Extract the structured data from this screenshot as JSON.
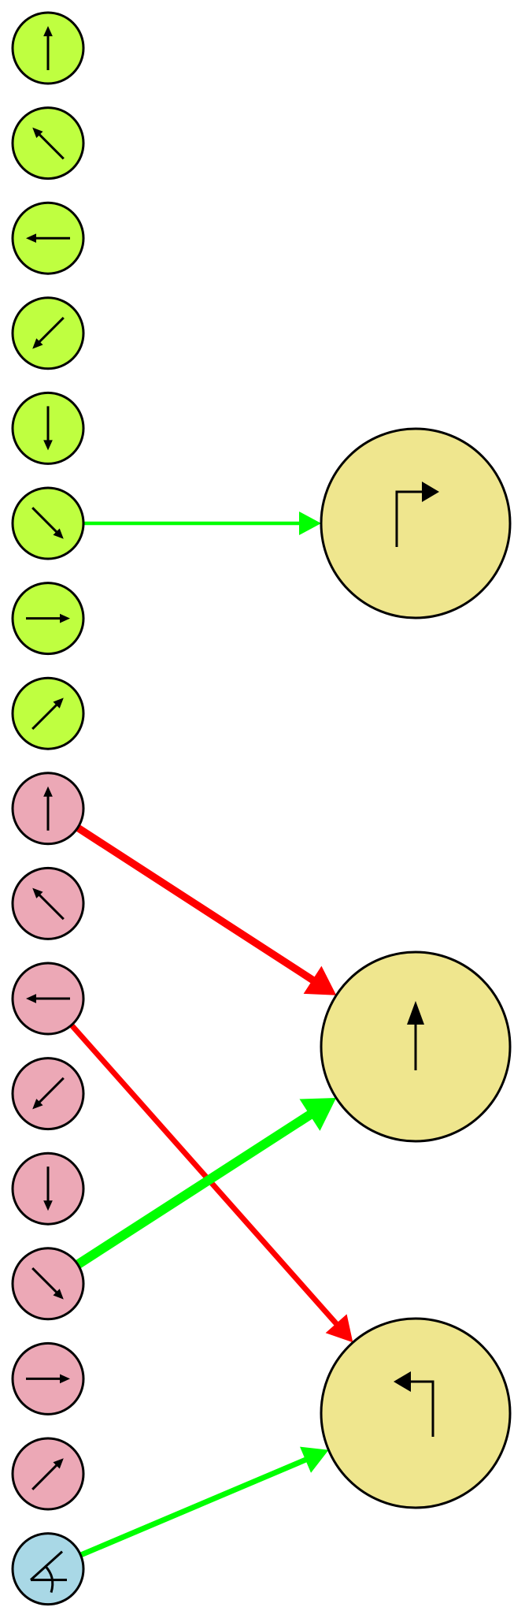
{
  "colors": {
    "input_green": "#bfff40",
    "input_pink": "#eca8b6",
    "input_blue": "#a9d8e6",
    "output_khaki": "#efe68e",
    "edge_green": "#00ff00",
    "edge_red": "#ff0000",
    "outline": "#000000"
  },
  "input_nodes": [
    {
      "id": "g-up",
      "group": "green",
      "icon": "arrow-up-icon"
    },
    {
      "id": "g-upleft",
      "group": "green",
      "icon": "arrow-up-left-icon"
    },
    {
      "id": "g-left",
      "group": "green",
      "icon": "arrow-left-icon"
    },
    {
      "id": "g-downleft",
      "group": "green",
      "icon": "arrow-down-left-icon"
    },
    {
      "id": "g-down",
      "group": "green",
      "icon": "arrow-down-icon"
    },
    {
      "id": "g-downright",
      "group": "green",
      "icon": "arrow-down-right-icon"
    },
    {
      "id": "g-right",
      "group": "green",
      "icon": "arrow-right-icon"
    },
    {
      "id": "g-upright",
      "group": "green",
      "icon": "arrow-up-right-icon"
    },
    {
      "id": "p-up",
      "group": "pink",
      "icon": "arrow-up-icon"
    },
    {
      "id": "p-upleft",
      "group": "pink",
      "icon": "arrow-up-left-icon"
    },
    {
      "id": "p-left",
      "group": "pink",
      "icon": "arrow-left-icon"
    },
    {
      "id": "p-downleft",
      "group": "pink",
      "icon": "arrow-down-left-icon"
    },
    {
      "id": "p-down",
      "group": "pink",
      "icon": "arrow-down-icon"
    },
    {
      "id": "p-downright",
      "group": "pink",
      "icon": "arrow-down-right-icon"
    },
    {
      "id": "p-right",
      "group": "pink",
      "icon": "arrow-right-icon"
    },
    {
      "id": "p-upright",
      "group": "pink",
      "icon": "arrow-up-right-icon"
    },
    {
      "id": "b-angle",
      "group": "blue",
      "icon": "angle-icon"
    }
  ],
  "output_nodes": [
    {
      "id": "o-turn-right",
      "icon": "turn-right-icon"
    },
    {
      "id": "o-straight",
      "icon": "straight-arrow-icon"
    },
    {
      "id": "o-turn-left",
      "icon": "turn-left-icon"
    }
  ],
  "edges": [
    {
      "from": "g-downright",
      "to": "o-turn-right",
      "color": "green",
      "weight": 1
    },
    {
      "from": "p-up",
      "to": "o-straight",
      "color": "red",
      "weight": 3
    },
    {
      "from": "p-left",
      "to": "o-turn-left",
      "color": "red",
      "weight": 2
    },
    {
      "from": "p-downright",
      "to": "o-straight",
      "color": "green",
      "weight": 4
    },
    {
      "from": "b-angle",
      "to": "o-turn-left",
      "color": "green",
      "weight": 2
    }
  ]
}
